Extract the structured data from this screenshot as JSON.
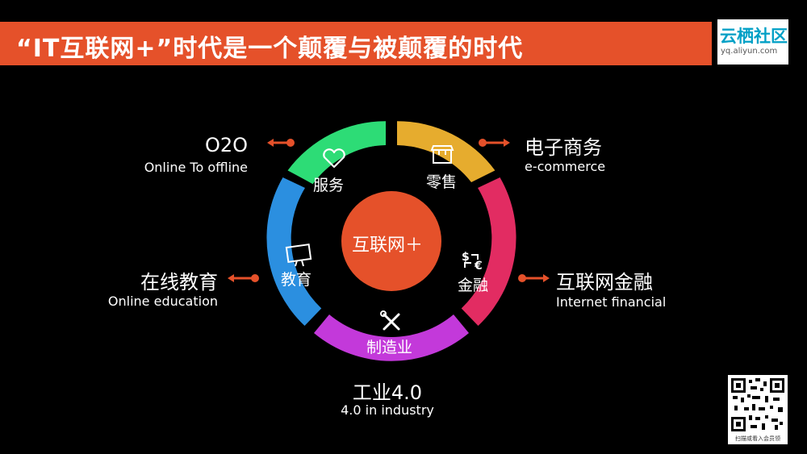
{
  "title": "“IT互联网+”时代是一个颠覆与被颠覆的时代",
  "logo": {
    "name": "云栖社区",
    "url": "yq.aliyun.com"
  },
  "center_label": "互联网＋",
  "segments": [
    {
      "label": "服务",
      "color": "#2ddc76",
      "icon": "heart-icon"
    },
    {
      "label": "零售",
      "color": "#e6ac2e",
      "icon": "store-icon"
    },
    {
      "label": "金融",
      "color": "#e22c62",
      "icon": "currency-exchange-icon"
    },
    {
      "label": "制造业",
      "color": "#c339da",
      "icon": "tools-icon"
    },
    {
      "label": "教育",
      "color": "#2b8fe0",
      "icon": "blackboard-icon"
    }
  ],
  "labels": {
    "o2o": {
      "title": "O2O",
      "subtitle": "Online To offline"
    },
    "ecommerce": {
      "title": "电子商务",
      "subtitle": "e-commerce"
    },
    "finance": {
      "title": "互联网金融",
      "subtitle": "Internet financial"
    },
    "industry": {
      "title": "工业4.0",
      "subtitle": "4.0 in industry"
    },
    "education": {
      "title": "在线教育",
      "subtitle": "Online education"
    }
  },
  "arrow_color": "#e5512a",
  "qr": {
    "caption": "扫描或看入会员领"
  }
}
